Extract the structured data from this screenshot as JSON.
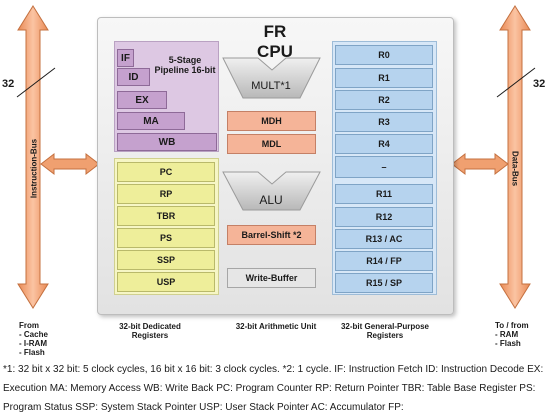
{
  "title": "FR CPU",
  "pipeline": {
    "stages": [
      "IF",
      "ID",
      "EX",
      "MA",
      "WB"
    ],
    "label": "5-Stage Pipeline 16-bit"
  },
  "dedicated_registers": [
    "PC",
    "RP",
    "TBR",
    "PS",
    "SSP",
    "USP"
  ],
  "arithmetic": {
    "mult": "MULT*1",
    "mdh": "MDH",
    "mdl": "MDL",
    "alu": "ALU",
    "barrel_shift": "Barrel-Shift *2",
    "write_buffer": "Write-Buffer"
  },
  "general_registers": [
    "R0",
    "R1",
    "R2",
    "R3",
    "R4",
    "–",
    "R11",
    "R12",
    "R13 / AC",
    "R14 / FP",
    "R15 / SP"
  ],
  "column_labels": {
    "dedicated": "32-bit Dedicated Registers",
    "arith": "32-bit Arithmetic Unit",
    "general": "32-bit General-Purpose Registers"
  },
  "left_bus": {
    "width": "32",
    "name": "Instruction-Bus",
    "from_title": "From",
    "sources": [
      "- Cache",
      "- I-RAM",
      "- Flash"
    ]
  },
  "right_bus": {
    "width": "32",
    "name": "Data-Bus",
    "to_title": "To / from",
    "targets": [
      "- RAM",
      "- Flash"
    ]
  },
  "footnote": "*1: 32 bit x 32 bit: 5 clock cycles, 16 bit x 16 bit: 3 clock cycles. *2: 1 cycle. IF: Instruction Fetch ID: Instruction Decode EX: Execution MA: Memory Access WB: Write Back PC: Program Counter RP: Return Pointer TBR: Table Base Register PS: Program Status SSP: System Stack Pointer USP: User Stack Pointer AC: Accumulator FP:",
  "colors": {
    "bus_arrow": "#f0a070",
    "pipeline": "#c5a1ce",
    "dedicated": "#eeee9a",
    "general": "#b6d3ee",
    "arith": "#f5b498"
  }
}
